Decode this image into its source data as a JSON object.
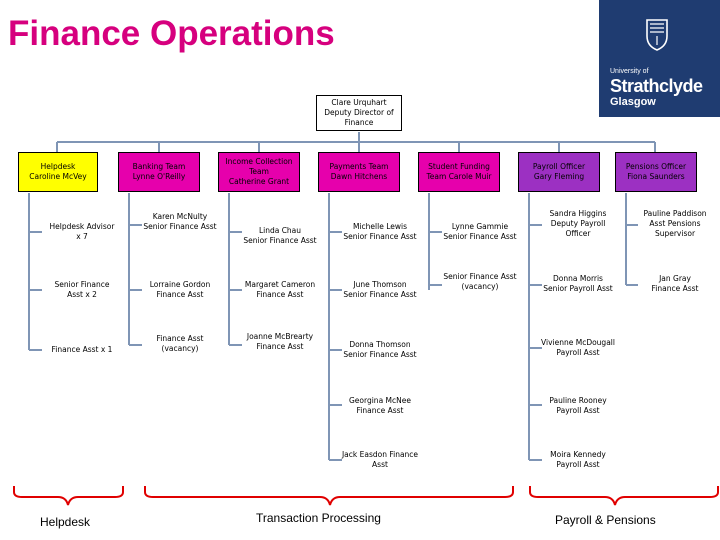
{
  "title": "Finance Operations",
  "logo": {
    "line1": "University of",
    "line2": "Strathclyde",
    "line3": "Glasgow"
  },
  "colors": {
    "title": "#d6007e",
    "helpdesk": "#ffff00",
    "transaction": "#e600ac",
    "payroll": "#9c30c2",
    "connector": "#7f95b5",
    "brace": "#e00000",
    "logo_bg": "#1f3c71"
  },
  "head": {
    "text": "Clare Urquhart\nDeputy Director of\nFinance"
  },
  "teams": [
    {
      "text": "Helpdesk\nCaroline McVey"
    },
    {
      "text": "Banking Team\nLynne O'Reilly"
    },
    {
      "text": "Income Collection\nTeam\nCatherine Grant"
    },
    {
      "text": "Payments Team\nDawn Hitchens"
    },
    {
      "text": "Student Funding\nTeam Carole Muir"
    },
    {
      "text": "Payroll Officer\nGary Fleming"
    },
    {
      "text": "Pensions Officer\nFiona Saunders"
    }
  ],
  "staff": {
    "helpdesk": [
      "Helpdesk Advisor\nx 7",
      "Senior Finance\nAsst x 2",
      "Finance Asst x 1"
    ],
    "banking": [
      "Karen McNulty\nSenior Finance Asst",
      "Lorraine Gordon\nFinance Asst",
      "Finance Asst\n(vacancy)"
    ],
    "income": [
      "Linda Chau\nSenior Finance Asst",
      "Margaret Cameron\nFinance Asst",
      "Joanne McBrearty\nFinance Asst"
    ],
    "payments": [
      "Michelle Lewis\nSenior Finance Asst",
      "June Thomson\nSenior Finance Asst",
      "Donna Thomson\nSenior Finance Asst",
      "Georgina McNee\nFinance Asst",
      "Jack Easdon Finance\nAsst"
    ],
    "student": [
      "Lynne Gammie\nSenior Finance Asst",
      "Senior Finance Asst\n(vacancy)"
    ],
    "payroll": [
      "Sandra Higgins\nDeputy Payroll\nOfficer",
      "Donna Morris\nSenior Payroll Asst",
      "Vivienne McDougall\nPayroll Asst",
      "Pauline Rooney\nPayroll Asst",
      "Moira Kennedy\nPayroll Asst"
    ],
    "pensions": [
      "Pauline Paddison\nAsst Pensions\nSupervisor",
      "Jan Gray\nFinance Asst"
    ]
  },
  "groups": {
    "helpdesk": "Helpdesk",
    "transaction": "Transaction Processing",
    "payroll": "Payroll & Pensions"
  }
}
